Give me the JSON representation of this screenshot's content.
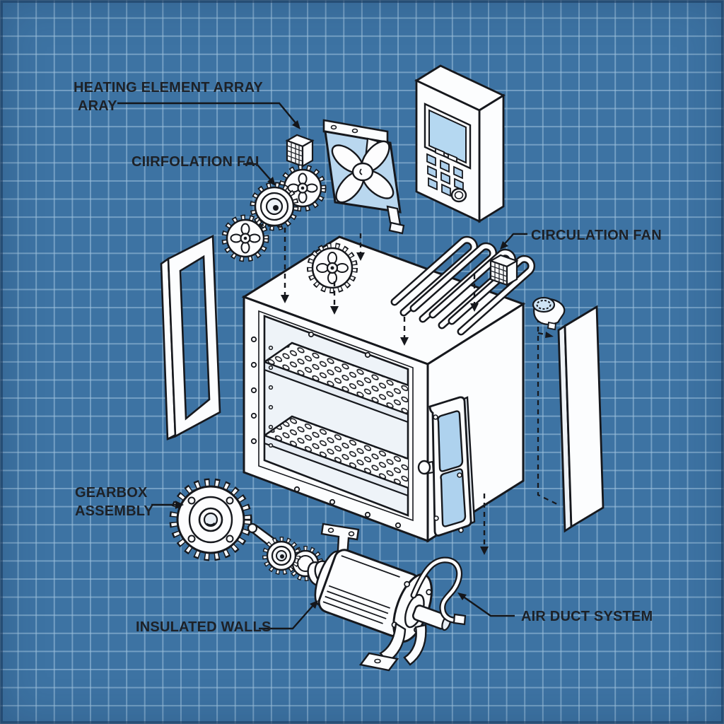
{
  "diagram": {
    "style": "blueprint exploded view",
    "subject": "Industrial heating oven assembly",
    "labels": {
      "heating_element_array": {
        "lines": [
          "HEATING ELEMENT ARRAY",
          "ARAY"
        ]
      },
      "circulation_fan_top": {
        "lines": [
          "CIIRFOLATION FAI"
        ]
      },
      "circulation_fan_right": {
        "lines": [
          "CIRCULATION FAN"
        ]
      },
      "gearbox_assembly": {
        "lines": [
          "GEARBOX",
          "ASSEMBLY"
        ]
      },
      "insulated_walls": {
        "lines": [
          "INSULATED WALLS"
        ]
      },
      "air_duct_system": {
        "lines": [
          "AIR DUCT SYSTEM"
        ]
      }
    },
    "callouts": [
      {
        "label": "HEATING ELEMENT ARRAY / ARAY",
        "points_to": "small mesh heater block (top center)"
      },
      {
        "label": "CIIRFOLATION FAI",
        "points_to": "gear cluster (upper left)"
      },
      {
        "label": "CIRCULATION FAN",
        "points_to": "small mesh fan block (right)"
      },
      {
        "label": "GEARBOX ASSEMBLY",
        "points_to": "large spur gear"
      },
      {
        "label": "INSULATED WALLS",
        "points_to": "drive motor body"
      },
      {
        "label": "AIR DUCT SYSTEM",
        "points_to": "motor power cable"
      }
    ],
    "components": [
      "control panel with LCD screen, keypad buttons and knob",
      "circulation fan with four blades in square frame",
      "heating element coil array (four hairpin tubes)",
      "gear cluster (three small gears)",
      "gear on oven top face",
      "oven chamber with two perforated shelves",
      "oven door with two blue windows and knob",
      "open door frame (left)",
      "tall insulated wall panel (right) with dashed placement outline",
      "small blower fan",
      "large gearbox spur gear",
      "gear train with shaft, bracket and coupling",
      "drive motor with bolted end plate, shaft, wavy power cable and mounting feet"
    ],
    "colors": {
      "background": "#3d73a3",
      "grid_line": "#8fb4d4",
      "line_art": "#16181d",
      "component_fill": "#fcfdfe",
      "accent_glass": "#aed2ee",
      "label_text": "#1d2127"
    }
  }
}
